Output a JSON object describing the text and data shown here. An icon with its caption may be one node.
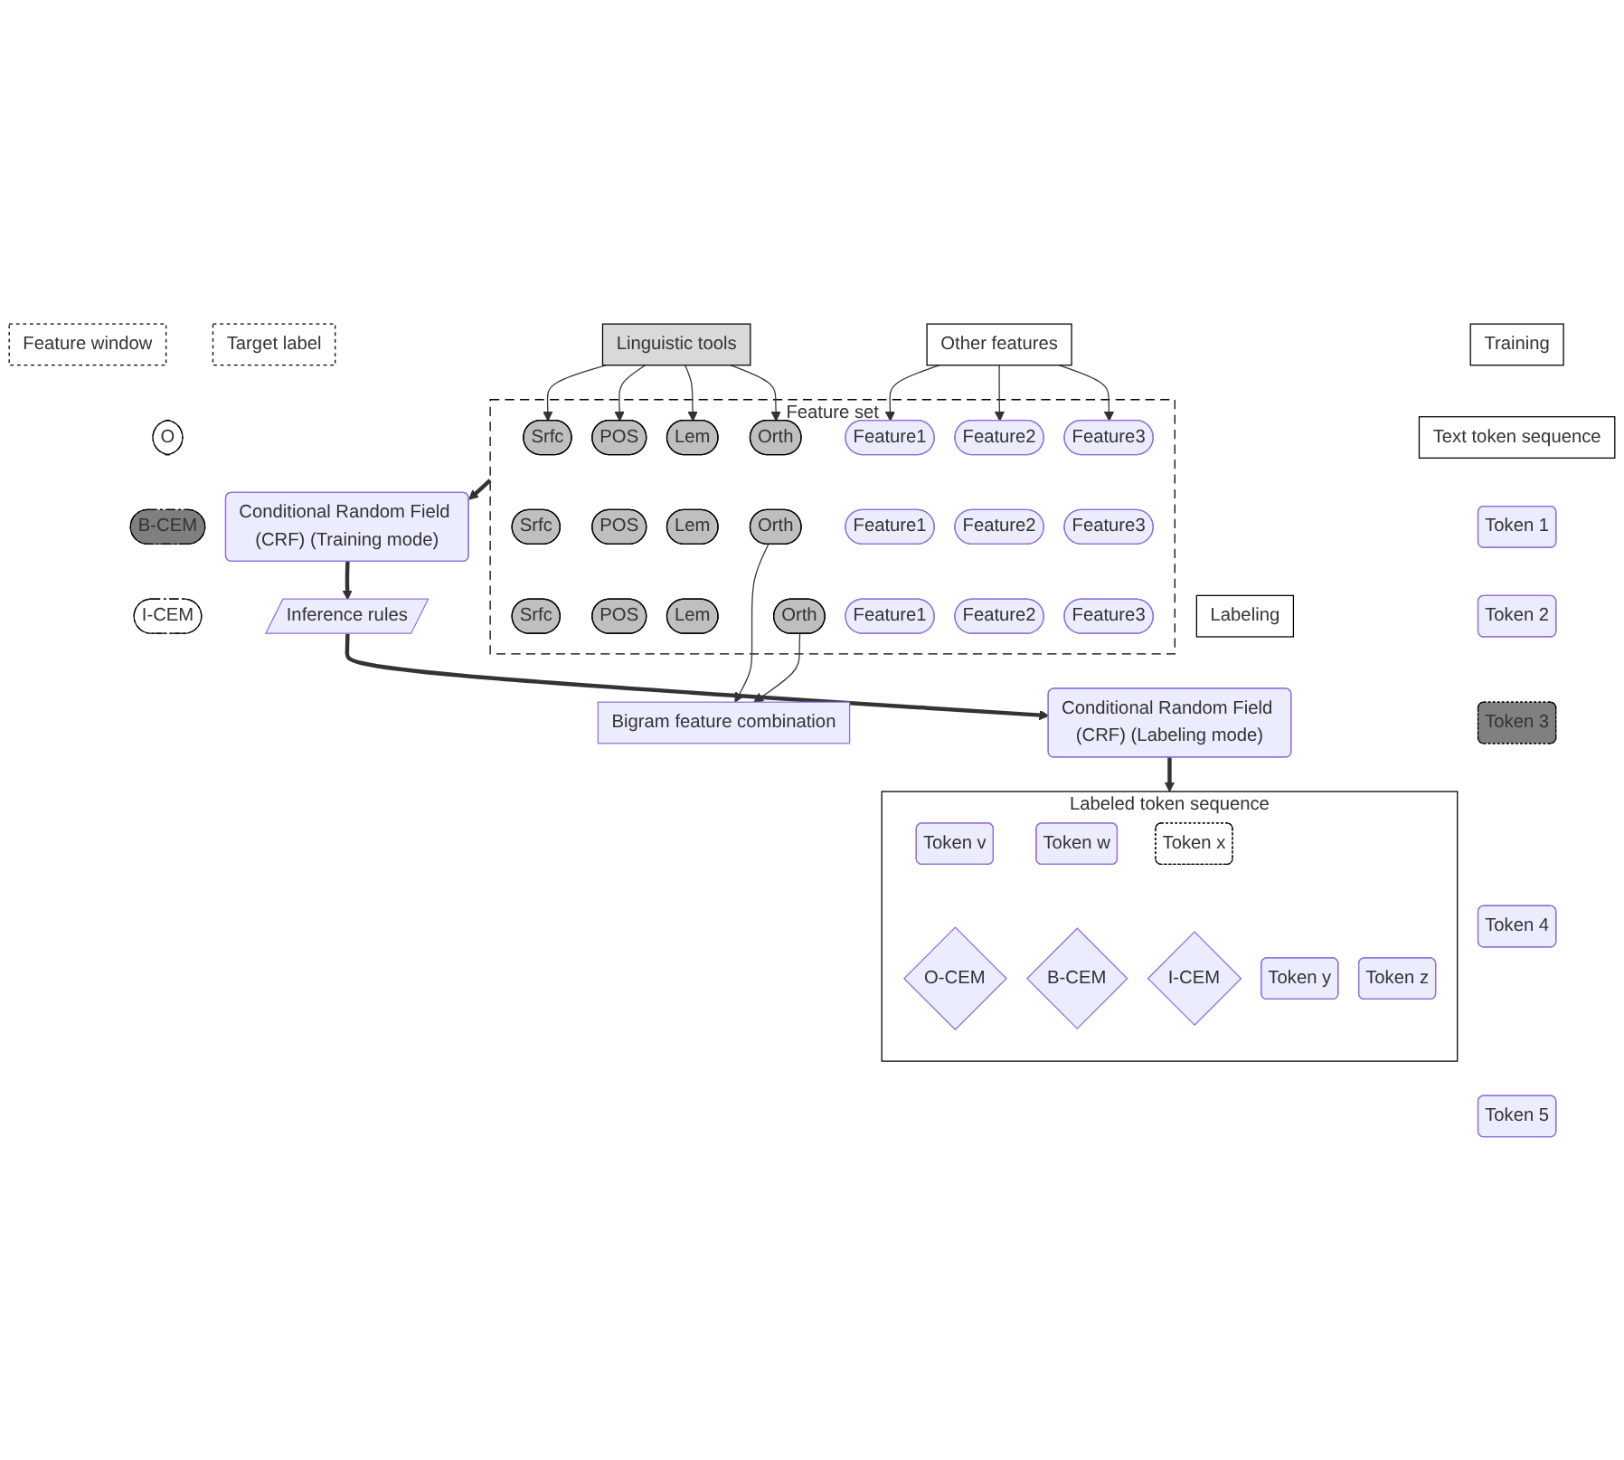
{
  "diagram": {
    "nodes": [
      {
        "text": [
          "Training"
        ]
      },
      {
        "text": [
          "Text token sequence"
        ]
      },
      {
        "text": [
          "Token 1"
        ]
      },
      {
        "text": [
          "Token 2"
        ]
      },
      {
        "text": [
          "Token 3"
        ]
      },
      {
        "text": [
          "Token 4"
        ]
      },
      {
        "text": [
          "Token 5"
        ]
      },
      {
        "text": [
          "Linguistic tools"
        ]
      },
      {
        "text": [
          "Other features"
        ]
      },
      {
        "text": [
          "Feature set"
        ]
      },
      {
        "text": [
          "Srfc"
        ],
        "in": 9
      },
      {
        "text": [
          "POS"
        ],
        "in": 9
      },
      {
        "text": [
          "Lem"
        ],
        "in": 9
      },
      {
        "text": [
          "Orth"
        ],
        "in": 9
      },
      {
        "text": [
          "Srfc"
        ],
        "in": 9
      },
      {
        "text": [
          "POS"
        ],
        "in": 9
      },
      {
        "text": [
          "Lem"
        ],
        "in": 9
      },
      {
        "text": [
          "Orth"
        ],
        "in": 9
      },
      {
        "text": [
          "Srfc"
        ],
        "in": 9
      },
      {
        "text": [
          "POS"
        ],
        "in": 9
      },
      {
        "text": [
          "Lem"
        ],
        "in": 9
      },
      {
        "text": [
          "Orth"
        ],
        "in": 9
      },
      {
        "text": [
          "Feature1"
        ],
        "in": 9
      },
      {
        "text": [
          "Feature2"
        ],
        "in": 9
      },
      {
        "text": [
          "Feature3"
        ],
        "in": 9
      },
      {
        "text": [
          "Feature1"
        ],
        "in": 9
      },
      {
        "text": [
          "Feature2"
        ],
        "in": 9
      },
      {
        "text": [
          "Feature3"
        ],
        "in": 9
      },
      {
        "text": [
          "Feature1"
        ],
        "in": 9
      },
      {
        "text": [
          "Feature2"
        ],
        "in": 9
      },
      {
        "text": [
          "Feature3"
        ],
        "in": 9
      },
      {
        "text": [
          "Feature window"
        ]
      },
      {
        "text": [
          "Target label"
        ]
      },
      {
        "text": [
          "O"
        ]
      },
      {
        "text": [
          "B-CEM"
        ]
      },
      {
        "text": [
          "I-CEM"
        ]
      },
      {
        "text": [
          "Bigram feature combination"
        ]
      },
      {
        "text": [
          "Conditional Random Field (CRF) (Training mode)"
        ]
      },
      {
        "text": [
          "Inference rules"
        ]
      },
      {
        "text": [
          "Conditional Random Field (CRF) (Labeling mode)"
        ]
      },
      {
        "text": [
          "Labeled token sequence"
        ]
      },
      {
        "text": [
          "Token v"
        ],
        "in": 40
      },
      {
        "text": [
          "Token w"
        ],
        "in": 40
      },
      {
        "text": [
          "Token x"
        ],
        "in": 40
      },
      {
        "text": [
          "Token y"
        ],
        "in": 40
      },
      {
        "text": [
          "Token z"
        ],
        "in": 40
      },
      {
        "text": [
          "O-CEM"
        ],
        "in": 40
      },
      {
        "text": [
          "B-CEM"
        ],
        "in": 40
      },
      {
        "text": [
          "I-CEM"
        ],
        "in": 40
      },
      {
        "text": [
          "Labeling"
        ]
      }
    ],
    "edges": [
      {
        "from": 7,
        "to": 10,
        "arrow": "to"
      },
      {
        "from": 7,
        "to": 11,
        "arrow": "to"
      },
      {
        "from": 7,
        "to": 12,
        "arrow": "to"
      },
      {
        "from": 7,
        "to": 13,
        "arrow": "to"
      },
      {
        "from": 8,
        "to": 22,
        "arrow": "to"
      },
      {
        "from": 8,
        "to": 23,
        "arrow": "to"
      },
      {
        "from": 8,
        "to": 24,
        "arrow": "to"
      },
      {
        "from": 17,
        "to": 36,
        "arrow": "to"
      },
      {
        "from": 21,
        "to": 36,
        "arrow": "to"
      },
      {
        "from": 9,
        "to": 37,
        "arrow": "to",
        "style": "thick"
      },
      {
        "from": 37,
        "to": 38,
        "arrow": "to",
        "style": "thick"
      },
      {
        "from": 38,
        "to": 39,
        "arrow": "to",
        "style": "thick"
      },
      {
        "from": 39,
        "to": 40,
        "arrow": "to",
        "style": "thick"
      }
    ]
  }
}
